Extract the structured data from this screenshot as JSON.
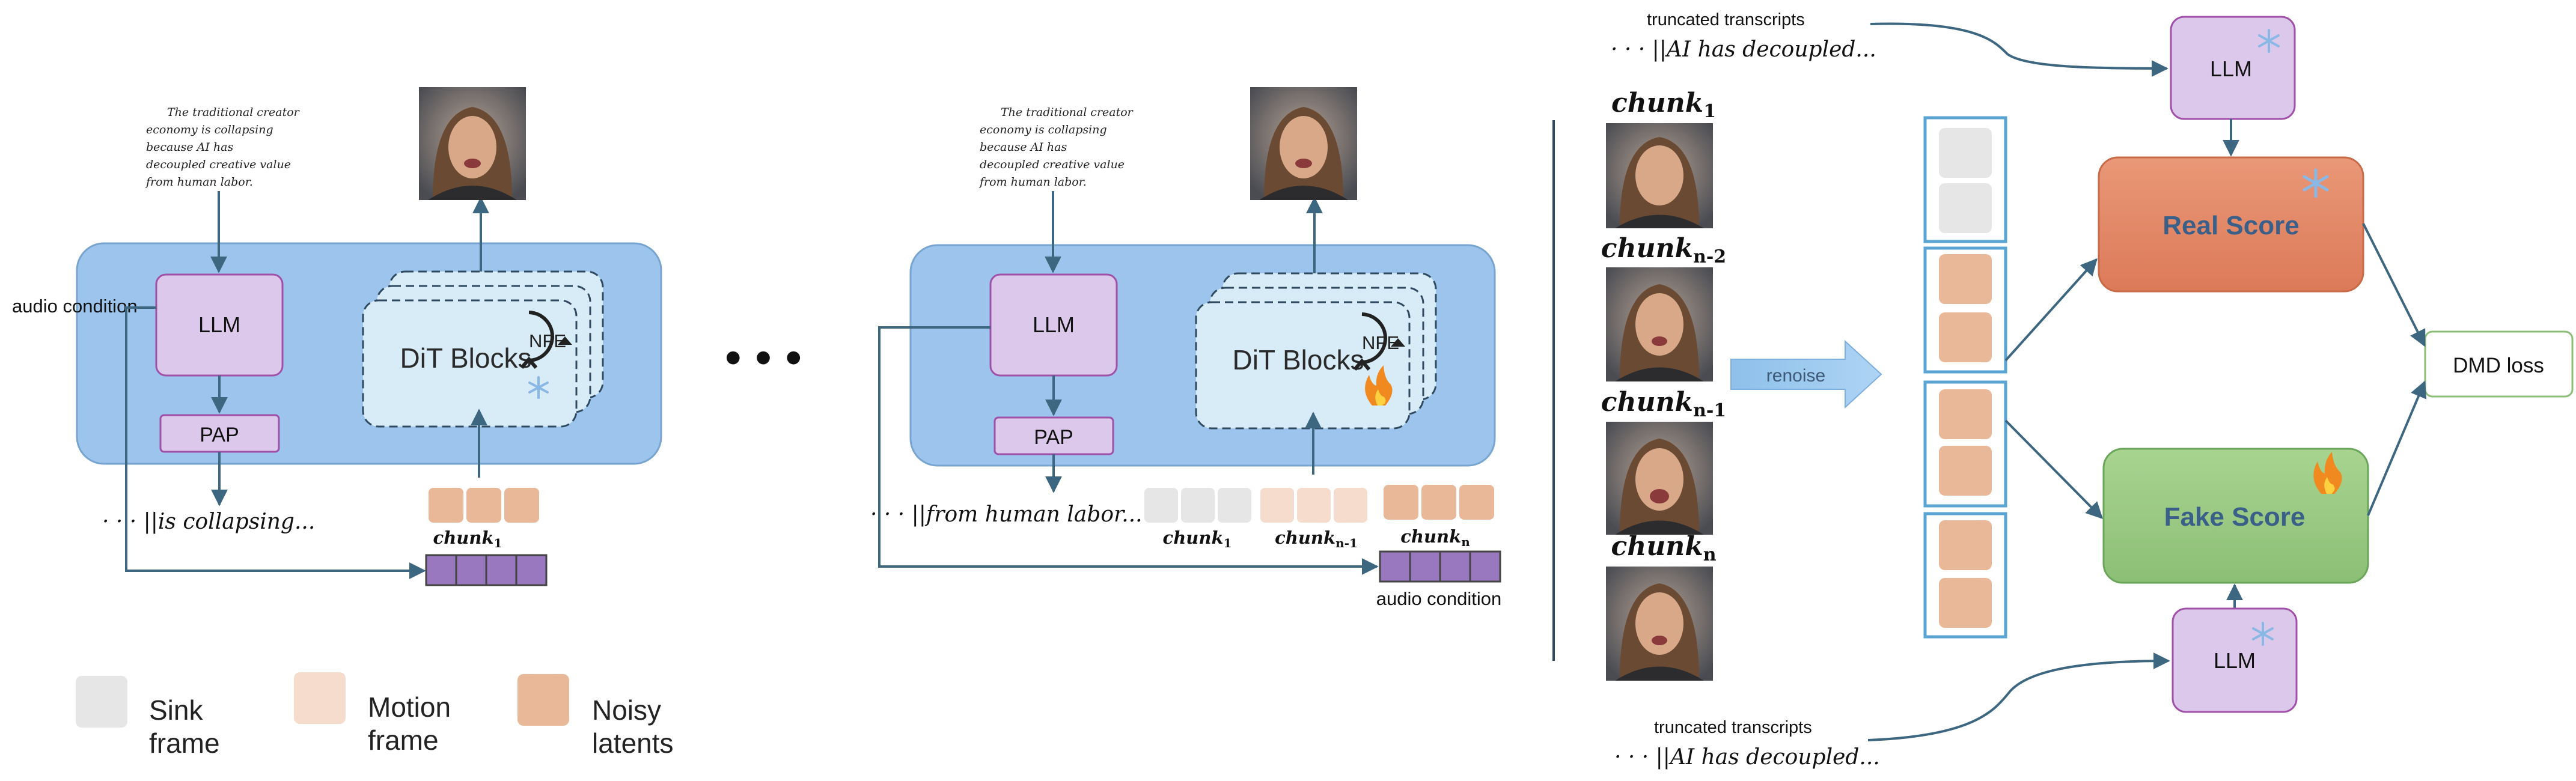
{
  "panel1": {
    "prompt_lines": [
      "The traditional creator",
      "economy is collapsing",
      "because AI has",
      "decoupled creative value",
      "from human labor."
    ],
    "audio_condition": "audio condition",
    "llm": "LLM",
    "pap": "PAP",
    "dit": "DiT Blocks",
    "nfe": "NFE",
    "transcript": "· · · ||is collapsing...",
    "chunk_base": "chunk",
    "chunk_sub": "1"
  },
  "ellipsis": "•   •   •",
  "panel2": {
    "prompt_lines": [
      "The traditional creator",
      "economy is collapsing",
      "because AI has",
      "decoupled creative value",
      "from human labor."
    ],
    "llm": "LLM",
    "pap": "PAP",
    "dit": "DiT Blocks",
    "nfe": "NFE",
    "transcript": "· · · ||from human labor...",
    "chunk_base": "chunk",
    "chunk1_sub": "1",
    "chunkn1_sub": "n-1",
    "chunkn_sub": "n",
    "audio_condition": "audio condition"
  },
  "panel3": {
    "chunk_base": "chunk",
    "chunk_subs": [
      "1",
      "n-2",
      "n-1",
      "n"
    ],
    "renoise": "renoise",
    "llm_top": "LLM",
    "llm_bottom": "LLM",
    "real_score": "Real Score",
    "fake_score": "Fake Score",
    "dmd_loss": "DMD loss",
    "transcripts_top": [
      "truncated transcripts",
      "· · · ||AI has decoupled..."
    ],
    "transcripts_bottom": [
      "truncated transcripts",
      "· · · ||AI has decoupled..."
    ]
  },
  "legend": {
    "sink": [
      "Sink",
      "frame"
    ],
    "motion": [
      "Motion",
      "frame"
    ],
    "noisy": [
      "Noisy",
      "latents"
    ]
  },
  "colors": {
    "container": "#9cc4ec",
    "llm_fill": "#dcc8ea",
    "llm_stroke": "#a050a8",
    "dit_fill": "#d8ecf8",
    "sink": "#e6e6e6",
    "motion": "#f5dccc",
    "noisy": "#e8b898",
    "audio_token": "#9a78c0",
    "real_score": "#e0805c",
    "fake_score": "#94c47c",
    "arrow": "#3d6680"
  },
  "icons": [
    "snowflake-icon",
    "fire-icon",
    "loop-icon"
  ]
}
